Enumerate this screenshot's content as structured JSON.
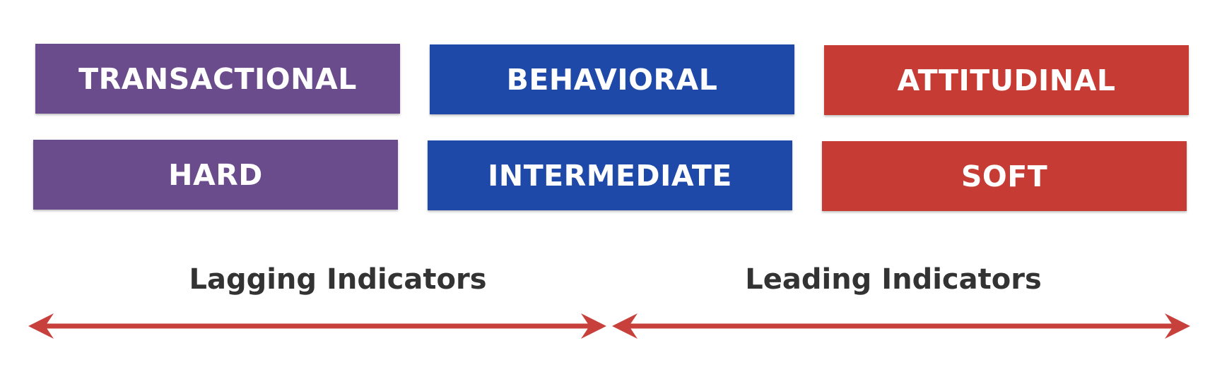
{
  "colors": {
    "purple": "#6a4c8c",
    "blue": "#1f49a8",
    "red": "#c63c35",
    "text_dark": "#333333",
    "arrow": "#c8403b"
  },
  "boxes": {
    "transactional": "TRANSACTIONAL",
    "behavioral": "BEHAVIORAL",
    "attitudinal": "ATTITUDINAL",
    "hard": "HARD",
    "intermediate": "INTERMEDIATE",
    "soft": "SOFT"
  },
  "indicators": {
    "lagging": "Lagging Indicators",
    "leading": "Leading Indicators"
  }
}
